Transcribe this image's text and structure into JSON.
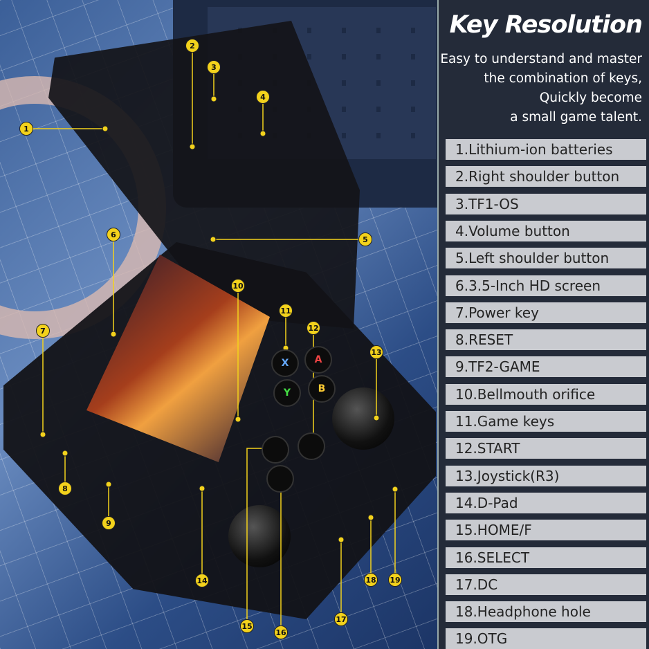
{
  "title": "Key Resolution",
  "subtitle": [
    "Easy to understand and master",
    "the combination of keys,",
    "Quickly become",
    "a small game talent."
  ],
  "items": [
    "1.Lithium-ion batteries",
    "2.Right shoulder button",
    "3.TF1-OS",
    "4.Volume button",
    "5.Left shoulder button",
    "6.3.5-Inch HD screen",
    "7.Power key",
    "8.RESET",
    "9.TF2-GAME",
    "10.Bellmouth orifice",
    "11.Game keys",
    "12.START",
    "13.Joystick(R3)",
    "14.D-Pad",
    "15.HOME/F",
    "16.SELECT",
    "17.DC",
    "18.Headphone hole",
    "19.OTG"
  ],
  "callouts": [
    "1",
    "2",
    "3",
    "4",
    "5",
    "6",
    "7",
    "8",
    "9",
    "10",
    "11",
    "12",
    "13",
    "14",
    "15",
    "16",
    "17",
    "18",
    "19"
  ],
  "face_buttons": [
    "X",
    "A",
    "Y",
    "B"
  ],
  "colors": {
    "panel": "#242b39",
    "item_bg": "#c9cbd0",
    "callout": "#f3d21c"
  }
}
